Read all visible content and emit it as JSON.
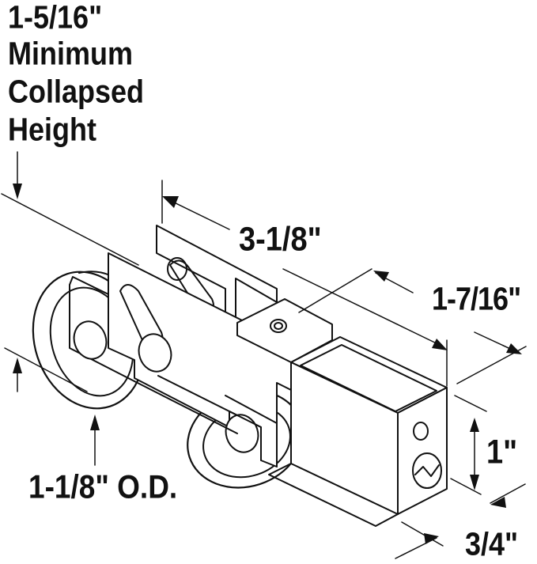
{
  "labels": {
    "min_collapsed_line1": "1-5/16\"",
    "min_collapsed_line2": "Minimum",
    "min_collapsed_line3": "Collapsed",
    "min_collapsed_line4": "Height",
    "length": "3-1/8\"",
    "housing_length": "1-7/16\"",
    "height": "1\"",
    "width": "3/4\"",
    "wheel_diameter": "1-1/8\" O.D."
  }
}
